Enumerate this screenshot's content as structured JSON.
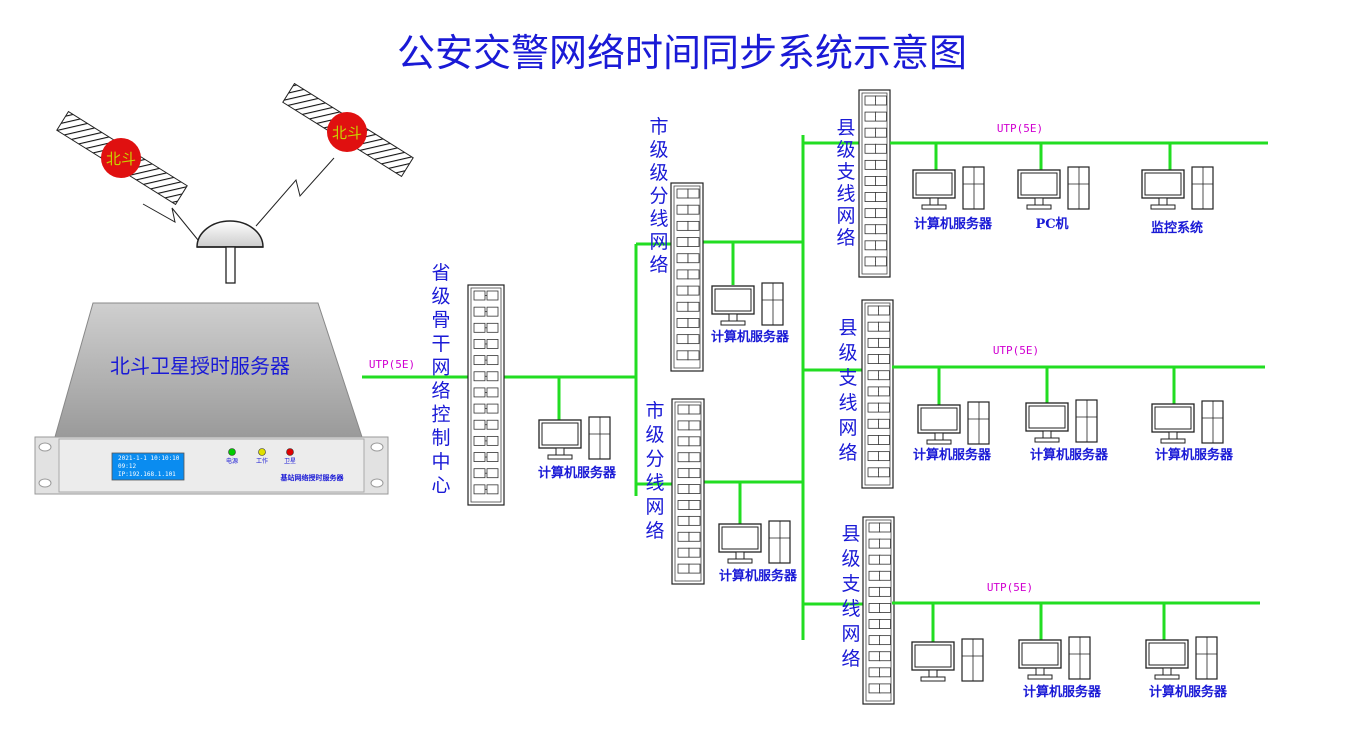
{
  "title": "公安交警网络时间同步系统示意图",
  "satellites": [
    {
      "label": "北斗"
    },
    {
      "label": "北斗"
    }
  ],
  "server": {
    "name": "北斗卫星授时服务器",
    "display_lines": [
      "2021-1-1 10:10:10",
      "09:12",
      "IP:192.168.1.101"
    ],
    "indicators": [
      {
        "label": "电源",
        "color": "#00cc00"
      },
      {
        "label": "工作",
        "color": "#e0e000"
      },
      {
        "label": "卫星",
        "color": "#e00000"
      }
    ],
    "plate_text": "基站网络授时服务器"
  },
  "colors": {
    "title": "#1a1ad6",
    "line": "#22dd22",
    "utp": "#d100d1",
    "satellite": "#e01010"
  },
  "provincial": {
    "label": "省级骨干网络控制中心",
    "link_label": "UTP(5E)",
    "pc_label": "计算机服务器"
  },
  "city_switches": [
    {
      "label": "市级级分线网络",
      "pc_label": "计算机服务器"
    },
    {
      "label": "市级分线网络",
      "pc_label": "计算机服务器"
    }
  ],
  "county_switches": [
    {
      "label": "县级支线网络",
      "link_label": "UTP(5E)",
      "pcs": [
        {
          "label": "计算机服务器"
        },
        {
          "label": "PC机"
        },
        {
          "label": "监控系统"
        }
      ]
    },
    {
      "label": "县级支线网络",
      "link_label": "UTP(5E)",
      "pcs": [
        {
          "label": "计算机服务器"
        },
        {
          "label": "计算机服务器"
        },
        {
          "label": "计算机服务器"
        }
      ]
    },
    {
      "label": "县级支线网络",
      "link_label": "UTP(5E)",
      "pcs": [
        {
          "label": ""
        },
        {
          "label": "计算机服务器"
        },
        {
          "label": "计算机服务器"
        }
      ]
    }
  ]
}
